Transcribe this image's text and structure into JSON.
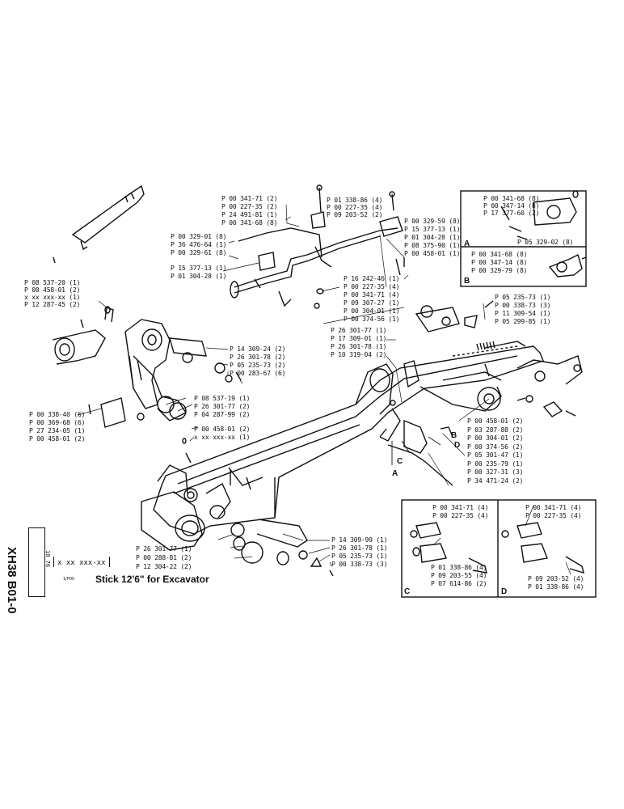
{
  "document_code": "XH38 B01-0",
  "document_subcode": "10 76",
  "reference_number": "x xx xxx-xx",
  "small_note": "1/P00",
  "title": "Stick 12'6\" for Excavator",
  "detail_tags": {
    "a": "A",
    "b": "B",
    "c": "C",
    "d": "D",
    "a_arrow": "A",
    "b_arrow": "B",
    "c_arrow": "C",
    "d_arrow": "D"
  },
  "callouts": {
    "left_top": [
      "P 08 537-20 (1)",
      "P 00 458-01 (2)",
      "x xx xxx-xx (1)",
      "P 12 287-45 (2)"
    ],
    "left_mid": [
      "P 00 338-40 (6)",
      "P 00 369-68 (6)",
      "P 27 234-05 (1)",
      "P 00 458-01 (2)"
    ],
    "bushing_group": [
      "P 14 309-24 (2)",
      "P 26 301-78 (2)",
      "P 05 235-73 (2)",
      "P 00 283-67 (6)"
    ],
    "pin_group": [
      "P 08 537-19 (1)",
      "P 26 301-77 (2)",
      "P 04 287-99 (2)"
    ],
    "center_small": [
      "P 00 458-01 (2)",
      "x xx xxx-xx (1)"
    ],
    "pipe_left": [
      "P 00 341-71 (2)",
      "P 00 227-35 (2)",
      "P 24 491-81 (1)",
      "P 00 341-68 (8)"
    ],
    "pipe_left2": [
      "P 00 329-01 (8)",
      "P 36 476-64 (1)",
      "P 00 329-61 (8)"
    ],
    "pipe_left3": [
      "P 15 377-13 (1)",
      "P 01 304-28 (1)"
    ],
    "pipe_top": [
      "P 01 338-86 (4)",
      "P 00 227-35 (4)",
      "P 09 203-52 (2)"
    ],
    "pipe_right": [
      "P 00 329-59 (8)",
      "P 15 377-13 (1)",
      "P 01 304-28 (1)",
      "P 08 375-90 (1)",
      "P 00 458-01 (1)"
    ],
    "pipe_mid": [
      "P 16 242-46 (1)",
      "P 00 227-35 (4)",
      "P 00 341-71 (4)",
      "P 09 307-27 (1)",
      "P 00 304-01 (1)",
      "P 00 374-56 (1)"
    ],
    "stick_mid": [
      "P 26 301-77 (1)",
      "P 17 309-01 (1)",
      "P 26 301-78 (1)",
      "P 10 319-04 (2)"
    ],
    "link_right": [
      "P 05 235-73 (1)",
      "P 00 338-73 (3)",
      "P 11 309-54 (1)",
      "P 05 299-85 (1)"
    ],
    "detail_a": [
      "P 00 341-68 (8)",
      "P 00 347-14 (8)",
      "P 17 377-60 (2)",
      "P 05 329-02 (8)"
    ],
    "detail_b": [
      "P 00 341-68 (8)",
      "P 00 347-14 (8)",
      "P 00 329-79 (8)"
    ],
    "cylinder_right": [
      "P 00 458-01 (2)",
      "P 03 287-88 (2)",
      "P 00 304-01 (2)",
      "P 00 374-56 (2)",
      "P 05 301-47 (1)",
      "P 00 235-79 (1)",
      "P 00 327-31 (3)",
      "P 34 471-24 (2)"
    ],
    "bottom_left": [
      "P 26 301-77 (1)",
      "P 00 288-81 (2)",
      "P 12 304-22 (2)"
    ],
    "bottom_right": [
      "P 14 309-99 (1)",
      "P 26 301-78 (1)",
      "P 05 235-73 (1)",
      "P 00 338-73 (3)"
    ],
    "detail_c_top": [
      "P 00 341-71 (4)",
      "P 00 227-35 (4)"
    ],
    "detail_c_bot": [
      "P 01 338-86 (4)",
      "P 09 203-55 (4)",
      "P 07 614-86 (2)"
    ],
    "detail_d_top": [
      "P 00 341-71 (4)",
      "P 00 227-35 (4)"
    ],
    "detail_d_bot": [
      "P 09 203-52 (4)",
      "P 01 338-86 (4)"
    ]
  }
}
